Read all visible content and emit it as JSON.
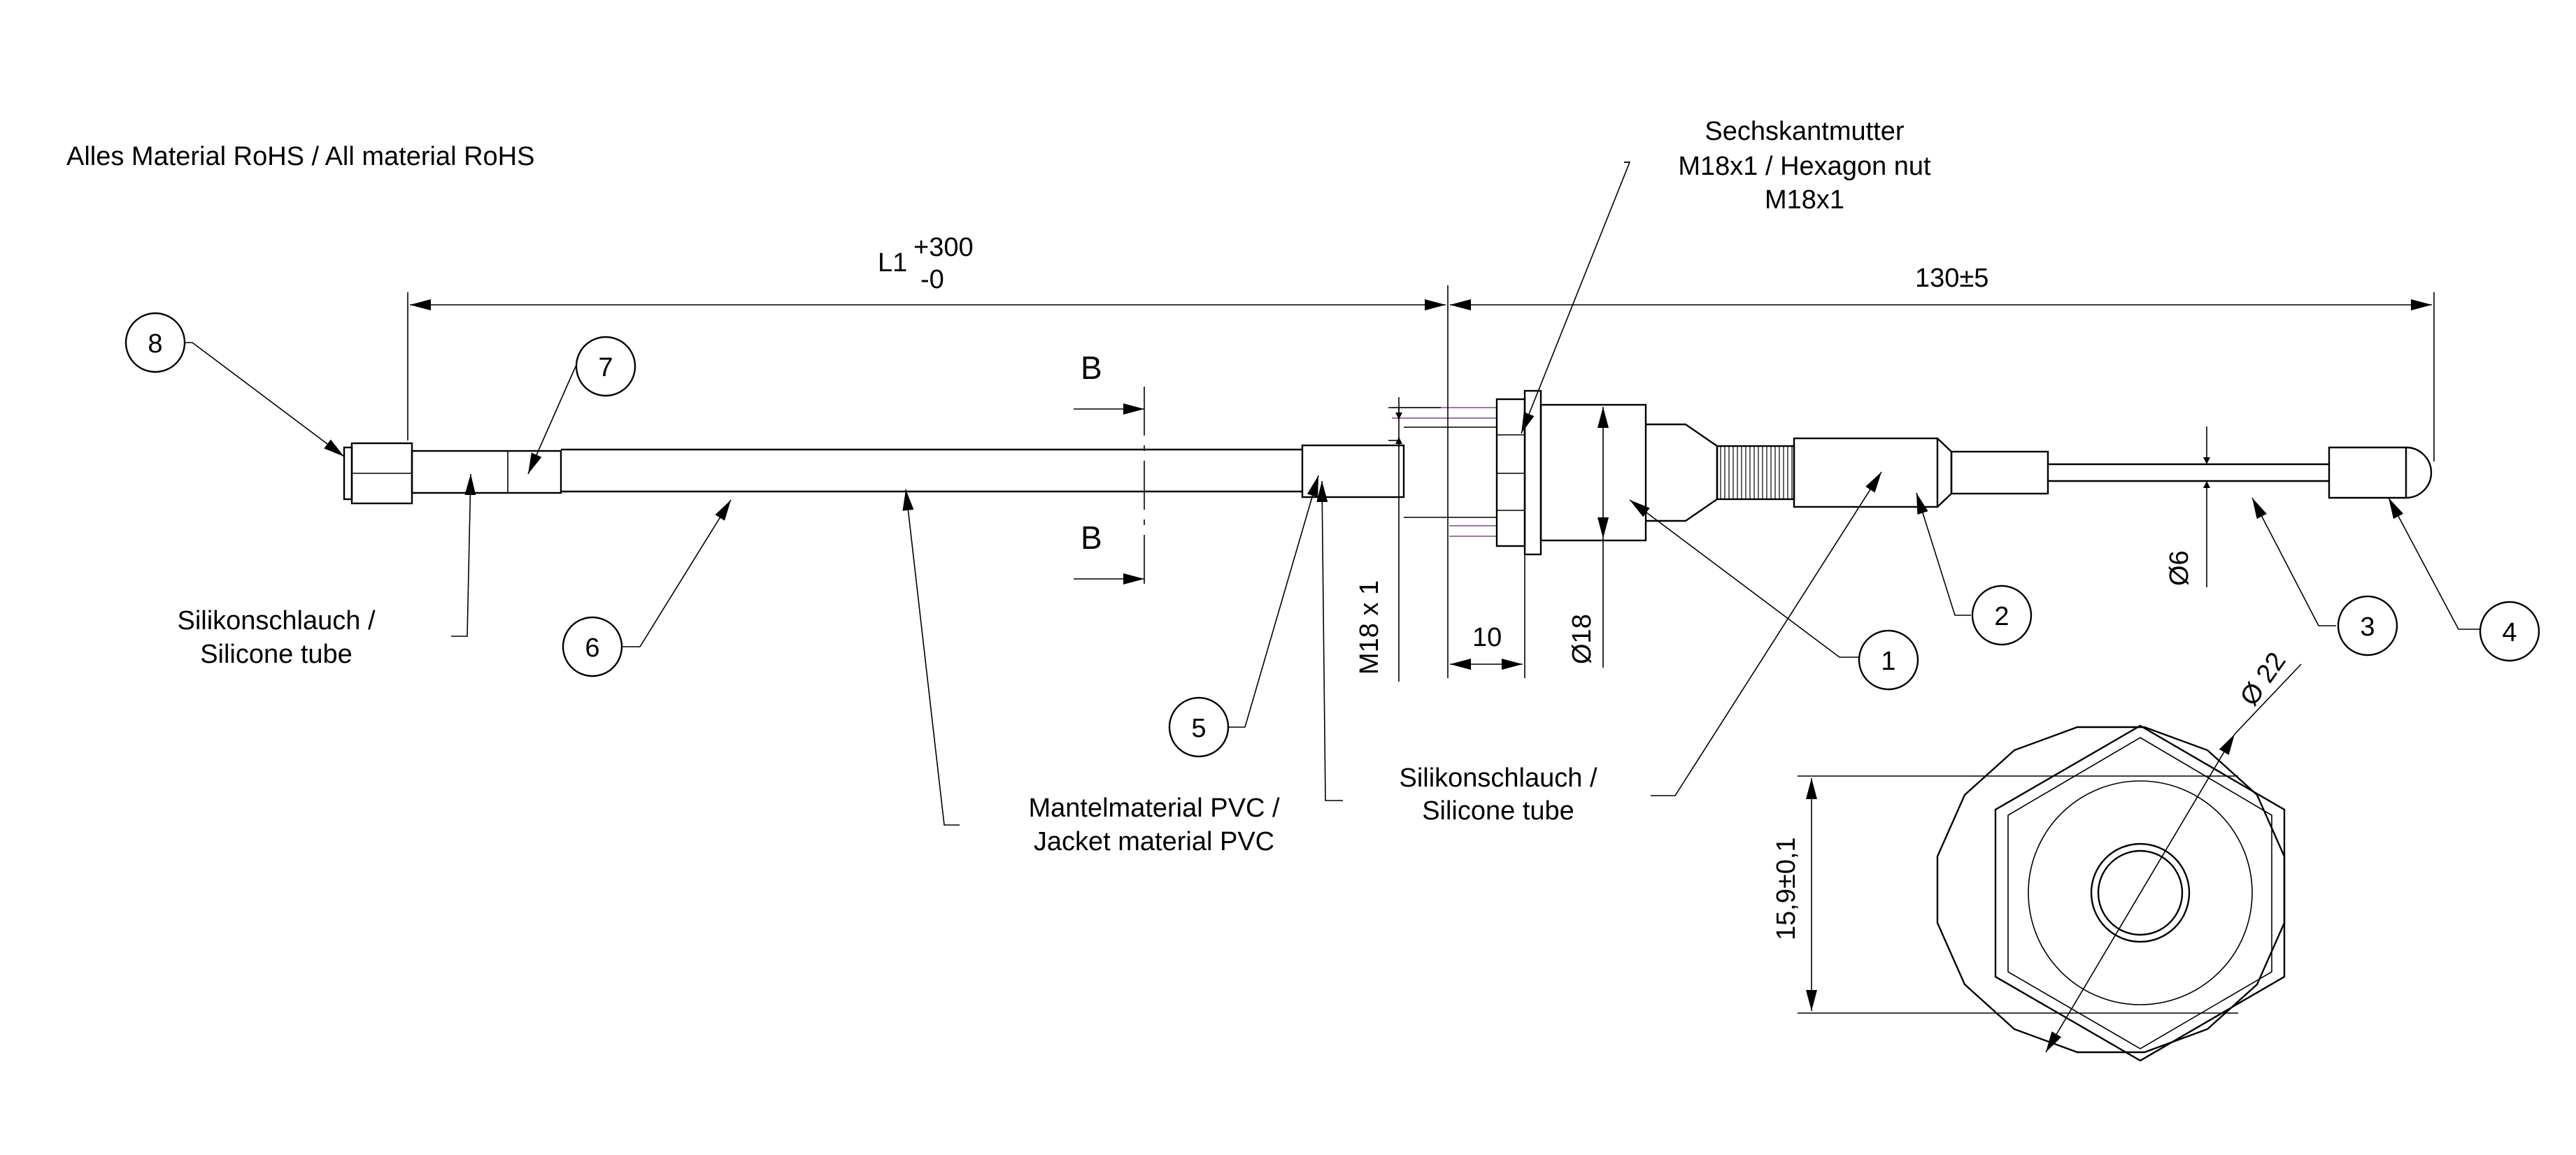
{
  "note": "Alles Material RoHS / All material RoHS",
  "dimensions": {
    "l1_main": "L1",
    "l1_upper_tol": "+300",
    "l1_lower_tol": "-0",
    "length_probe": "130±5",
    "thread": "M18 x 1",
    "thread_len": "10",
    "dia_body": "Ø18",
    "dia_tip": "Ø6",
    "dia_outer": "Ø 22",
    "across_flats": "15,9±0,1"
  },
  "section": {
    "label_top": "B",
    "label_bottom": "B"
  },
  "callouts": {
    "hex_nut": [
      "Sechskantmutter",
      "M18x1 / Hexagon nut",
      "M18x1"
    ],
    "silicone_left": [
      "Silikonschlauch /",
      "Silicone tube"
    ],
    "jacket": [
      "Mantelmaterial PVC /",
      "Jacket material PVC"
    ],
    "silicone_right": [
      "Silikonschlauch /",
      "Silicone tube"
    ]
  },
  "balloons": [
    "1",
    "2",
    "3",
    "4",
    "5",
    "6",
    "7",
    "8"
  ],
  "colors": {
    "line": "#000000",
    "hidden_edge": "#7a4a8a"
  }
}
